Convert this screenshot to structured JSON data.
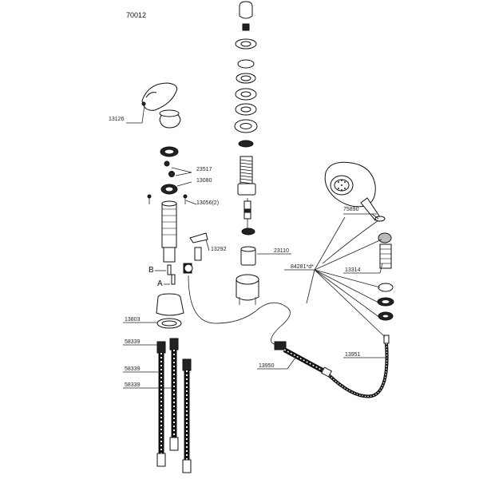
{
  "title": "70012",
  "labels": {
    "p13126": "13126",
    "p23517": "23517",
    "p13080": "13080",
    "p13056": "13056(2)",
    "p13292": "13292",
    "p23110": "23110",
    "p75890": "75890",
    "p84281": "84281*d*",
    "p13314": "13314",
    "p13803": "13803",
    "p58339a": "58339",
    "p58339b": "58339",
    "p58339c": "58339",
    "p13951": "13951",
    "p13950": "13950"
  },
  "markers": {
    "a": "A",
    "b": "B"
  }
}
